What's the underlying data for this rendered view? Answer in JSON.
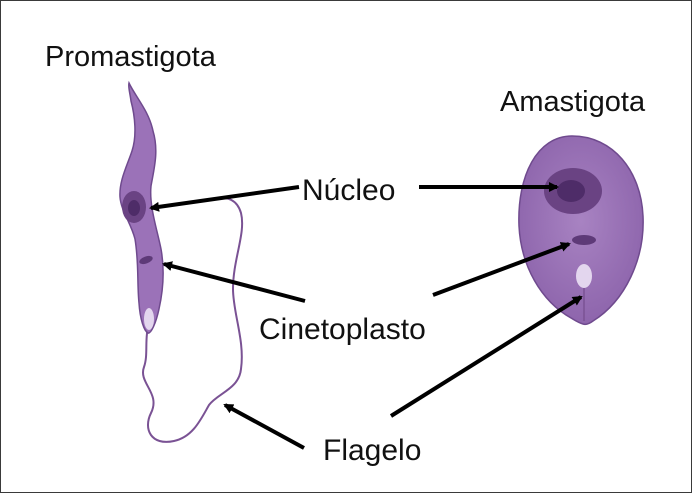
{
  "labels": {
    "promastigota": "Promastigota",
    "amastigota": "Amastigota",
    "nucleo": "Núcleo",
    "cinetoplasto": "Cinetoplasto",
    "flagelo": "Flagelo"
  },
  "colors": {
    "cell_body": "#9b72b8",
    "cell_outline": "#6f4a8e",
    "nucleus_outer": "#6a4383",
    "nucleus_inner": "#4e2c68",
    "kinetoplast": "#5e3a78",
    "flagellar_pocket": "#e3d6ee",
    "arrow": "#000000",
    "text": "#111111"
  }
}
